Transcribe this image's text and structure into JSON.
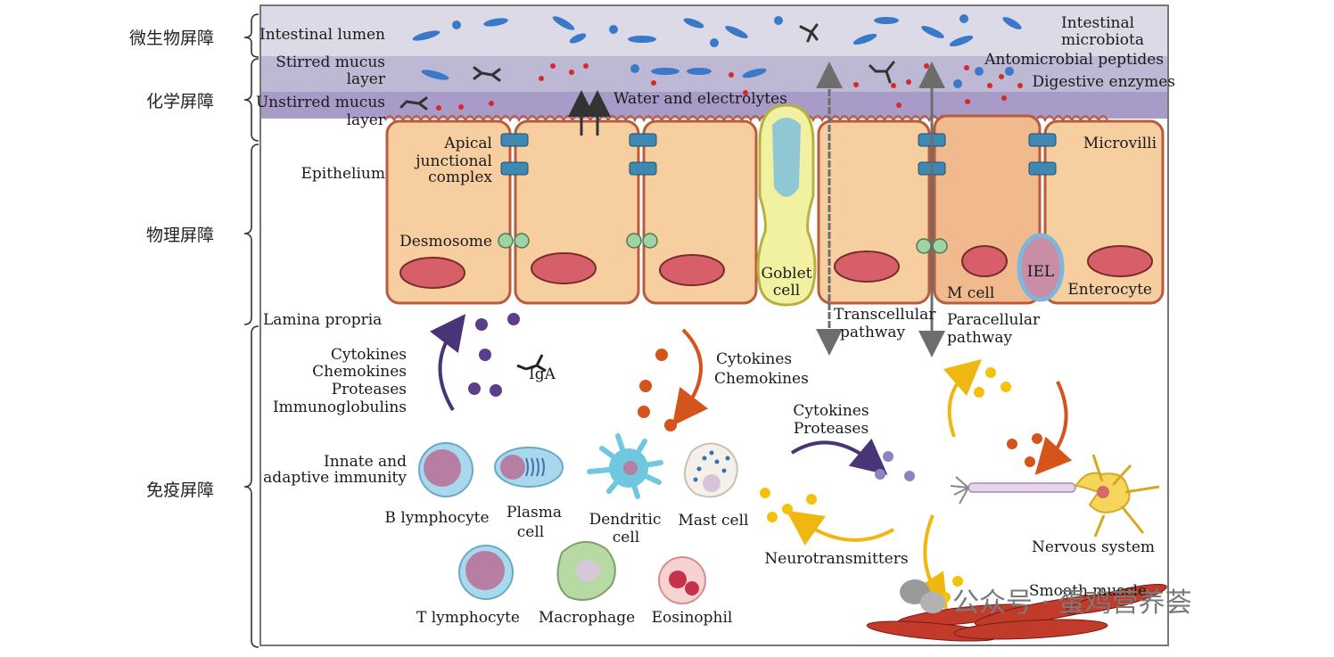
{
  "barriers": {
    "microbial": "微生物屏障",
    "chemical": "化学屏障",
    "physical": "物理屏障",
    "immune": "免疫屏障"
  },
  "layers": {
    "lumen": "Intestinal lumen",
    "stirred_1": "Stirred mucus",
    "stirred_2": "layer",
    "unstirred_1": "Unstirred mucus",
    "unstirred_2": "layer"
  },
  "lumen_labels": {
    "microbiota_1": "Intestinal",
    "microbiota_2": "microbiota",
    "peptides": "Antomicrobial peptides",
    "enzymes": "Digestive enzymes",
    "water": "Water and electrolytes"
  },
  "epithelium": {
    "apical_1": "Apical",
    "apical_2": "junctional",
    "apical_3": "complex",
    "epithelium": "Epithelium",
    "desmosome": "Desmosome",
    "goblet_1": "Goblet",
    "goblet_2": "cell",
    "microvilli": "Microvilli",
    "m_cell": "M cell",
    "iel": "IEL",
    "enterocyte": "Enterocyte",
    "transcellular_1": "Transcellular",
    "transcellular_2": "pathway",
    "paracellular_1": "Paracellular",
    "paracellular_2": "pathway"
  },
  "immune": {
    "lamina_propria": "Lamina propria",
    "secreted_1": "Cytokines",
    "secreted_2": "Chemokines",
    "secreted_3": "Proteases",
    "secreted_4": "Immunoglobulins",
    "iga": "IgA",
    "cytokines_1": "Cytokines",
    "cytokines_2": "Chemokines",
    "innate_1": "Innate and",
    "innate_2": "adaptive immunity",
    "b_lymphocyte": "B lymphocyte",
    "plasma_1": "Plasma",
    "plasma_2": "cell",
    "dendritic_1": "Dendritic",
    "dendritic_2": "cell",
    "mast": "Mast cell",
    "t_lymphocyte": "T lymphocyte",
    "macrophage": "Macrophage",
    "eosinophil": "Eosinophil",
    "cyto_prot_1": "Cytokines",
    "cyto_prot_2": "Proteases",
    "neurotransmitters": "Neurotransmitters",
    "nervous": "Nervous system",
    "smooth": "Smooth muscle"
  },
  "watermark": "公众号 · 蛋鸡营养荟",
  "colors": {
    "lumen": "#dcdae6",
    "stirred": "#bdb8d4",
    "unstirred": "#a99bc8",
    "cell_fill": "#f6ceA0",
    "cell_stroke": "#b85c3c",
    "nucleus": "#d65f6a",
    "bacteria": "#3a78c8",
    "peptide": "#d52a2a",
    "purple_dot": "#5b3f8c",
    "orange_dot": "#d4541c",
    "yellow_dot": "#f2c20e",
    "junction": "#3f88b2",
    "desmosome": "#9fd3a6",
    "goblet": "#f2f1a2"
  }
}
